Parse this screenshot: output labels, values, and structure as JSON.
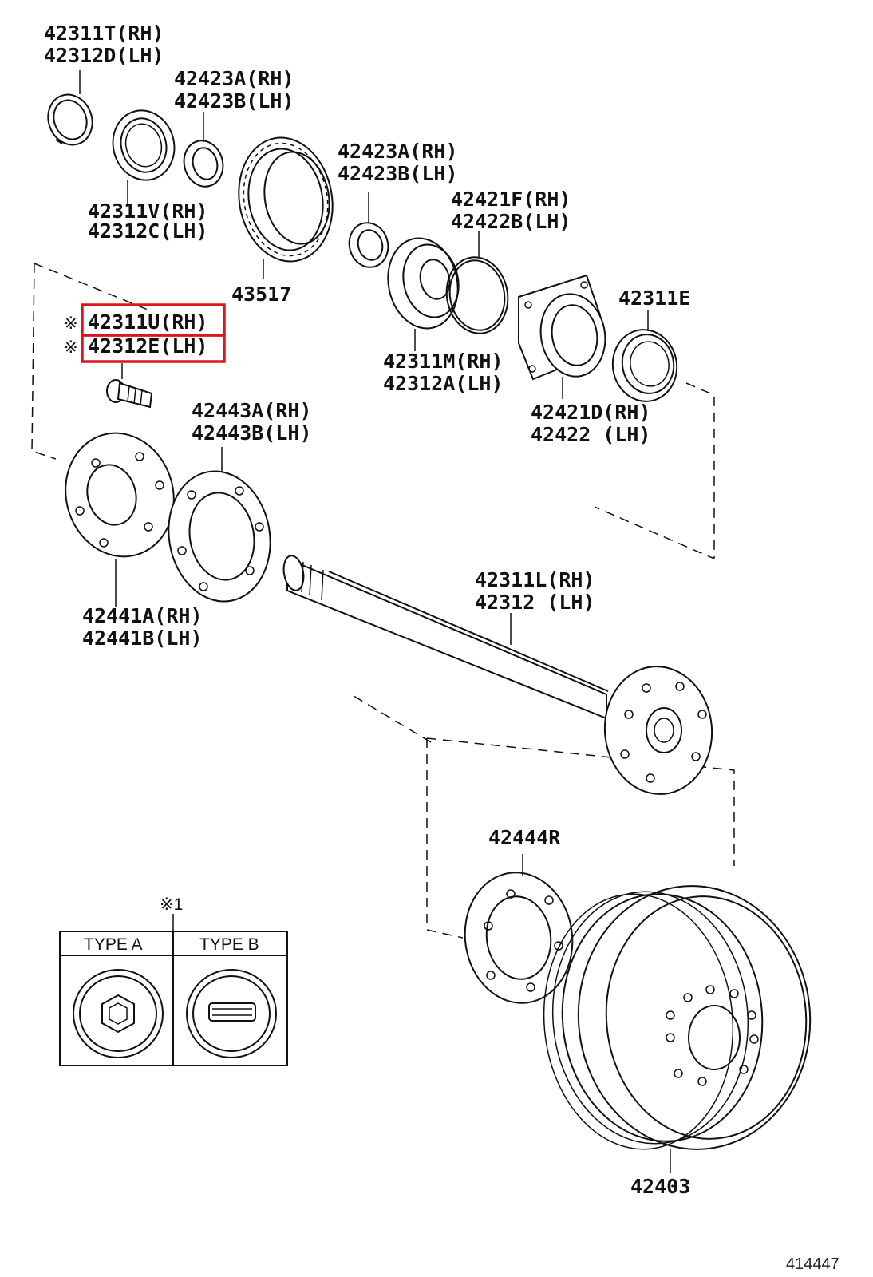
{
  "parts": {
    "p42311T": "42311T(RH)",
    "p42312D": "42312D(LH)",
    "p42423A_1": "42423A(RH)",
    "p42423B_1": "42423B(LH)",
    "p42311V": "42311V(RH)",
    "p42312C": "42312C(LH)",
    "p42423A_2": "42423A(RH)",
    "p42423B_2": "42423B(LH)",
    "p42421F": "42421F(RH)",
    "p42422B": "42422B(LH)",
    "p43517": "43517",
    "p42311E": "42311E",
    "p42311U": "42311U(RH)",
    "p42312E": "42312E(LH)",
    "mark1": "※",
    "mark2": "※",
    "p42311M": "42311M(RH)",
    "p42312A": "42312A(LH)",
    "p42421D": "42421D(RH)",
    "p42422": "42422 (LH)",
    "p42443A": "42443A(RH)",
    "p42443B": "42443B(LH)",
    "p42441A": "42441A(RH)",
    "p42441B": "42441B(LH)",
    "p42311L": "42311L(RH)",
    "p42312": "42312 (LH)",
    "p42444R": "42444R",
    "p42403": "42403",
    "note_mark": "※1"
  },
  "legend_table": {
    "type_a": "TYPE A",
    "type_b": "TYPE B"
  },
  "diagram_id": "414447",
  "highlight_color": "#e0141c"
}
